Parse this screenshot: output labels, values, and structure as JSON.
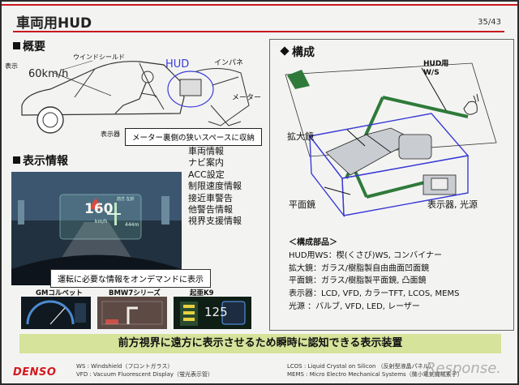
{
  "header": {
    "title": "車両用HUD",
    "page_number": "35/43"
  },
  "overview": {
    "heading": "概要",
    "label_windshield": "ウインドシールド",
    "label_display": "表示",
    "speed": "60km/h",
    "label_indicator": "表示器",
    "label_hud": "HUD",
    "label_panel": "インパネ",
    "label_meter": "メーター",
    "callout": "メーター裏側の狭いスペースに収納"
  },
  "display_info": {
    "heading": "表示情報",
    "items": [
      "車両情報",
      "ナビ案内",
      "ACC設定",
      "制限速度情報",
      "接近車警告",
      "他警告情報",
      "視界支援情報"
    ],
    "hud_speed": "160",
    "hud_unit": "km/h",
    "hud_distance": "444m",
    "hud_street": "前方 左折",
    "caption": "運転に必要な情報をオンデマンドに表示",
    "thumbnails": [
      {
        "label": "GMコルベット"
      },
      {
        "label": "BMW7シリーズ"
      },
      {
        "label": "起亜K9",
        "speed": "125"
      }
    ]
  },
  "configuration": {
    "heading": "構成",
    "label_hud_ws_line1": "HUD用",
    "label_hud_ws_line2": "W/S",
    "label_magnifier": "拡大鏡",
    "label_flat_mirror": "平面鏡",
    "label_display_light": "表示器, 光源",
    "parts_heading": "＜構成部品＞",
    "parts": [
      "HUD用WS：楔(くさび)WS, コンバイナー",
      "拡大鏡：ガラス/樹脂製自由曲面凹面鏡",
      "平面鏡：ガラス/樹脂製平面鏡, 凸面鏡",
      "表示器：LCD, VFD, カラーTFT, LCOS, MEMS",
      "光源 ：バルブ, VFD, LED, レーザー"
    ]
  },
  "banner": "前方視界に遠方に表示させるため瞬時に認知できる表示装置",
  "footer": {
    "logo": "DENSO",
    "abbr_left": [
      "WS : Windshield（フロントガラス）",
      "VFD : Vacuum Fluorescent Display（蛍光表示管）"
    ],
    "abbr_right": [
      "LCOS : Liquid Crystal on Silicon （反射型液晶パネル）",
      "MEMS : Micro Electro Mechanical Systems（微小電気機械素子）"
    ],
    "watermark": "Response."
  },
  "colors": {
    "accent_red": "#c8191e",
    "banner_green": "#d6e39b",
    "diagram_blue": "#3b3bd6",
    "beam_green": "#2f7a3a"
  }
}
